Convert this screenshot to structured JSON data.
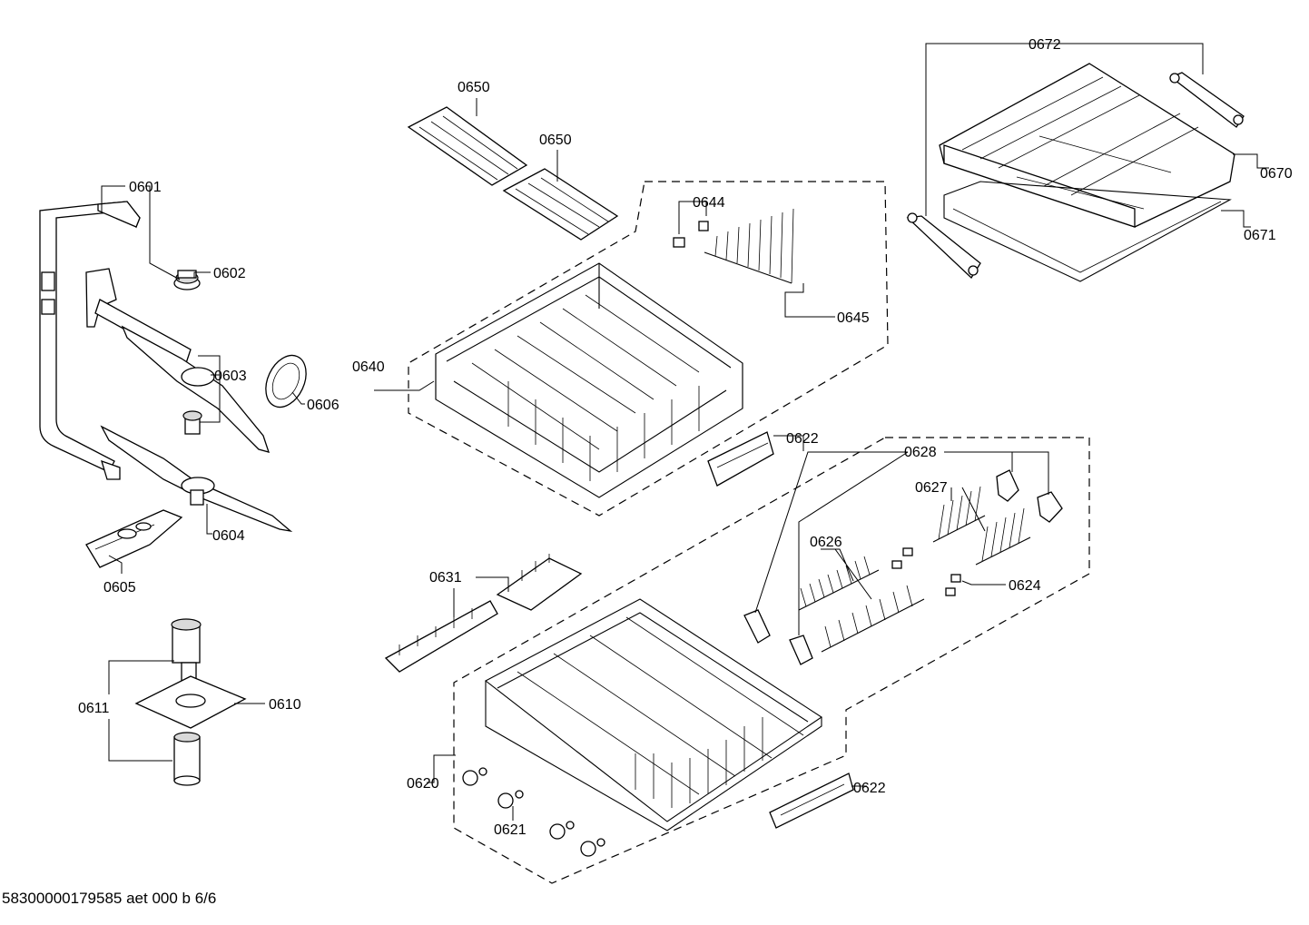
{
  "footer": {
    "code": "58300000179585 aet 000 b 6/6"
  },
  "labels": {
    "p0601": "0601",
    "p0602": "0602",
    "p0603": "0603",
    "p0604": "0604",
    "p0605": "0605",
    "p0606": "0606",
    "p0610": "0610",
    "p0611": "0611",
    "p0620": "0620",
    "p0621": "0621",
    "p0622a": "0622",
    "p0622b": "0622",
    "p0624": "0624",
    "p0626": "0626",
    "p0627": "0627",
    "p0628": "0628",
    "p0631": "0631",
    "p0640": "0640",
    "p0644": "0644",
    "p0645": "0645",
    "p0650a": "0650",
    "p0650b": "0650",
    "p0670": "0670",
    "p0671": "0671",
    "p0672": "0672"
  }
}
